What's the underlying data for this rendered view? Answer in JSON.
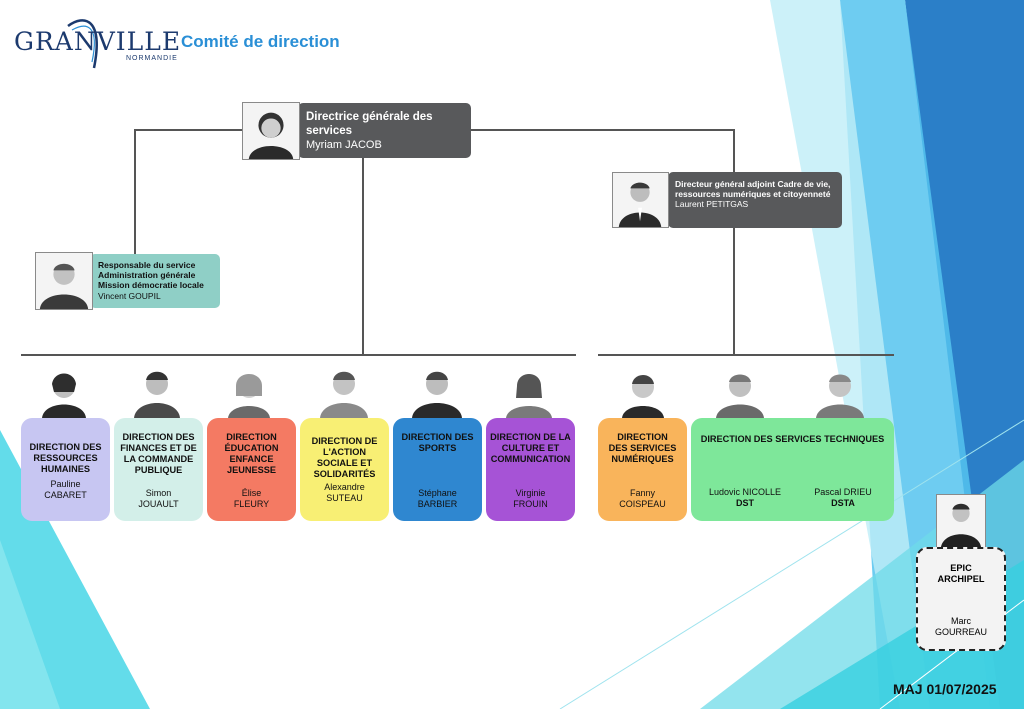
{
  "header": {
    "logo_text": "GRANVILLE",
    "logo_subtext": "NORMANDIE",
    "title": "Comité de direction"
  },
  "colors": {
    "logo": "#1c3a6e",
    "title": "#2a8fd6",
    "leader_dark": "#58595b",
    "leader_teal": "#8fcfc6",
    "rh": "#c7c6f2",
    "finances": "#d3efe9",
    "education": "#f47a63",
    "action_sociale": "#f8ef74",
    "sports": "#2f87d0",
    "culture": "#a653d6",
    "numerique": "#f9b45b",
    "techniques": "#7ee79a",
    "epic": "#f3f3f3"
  },
  "dgs": {
    "role": "Directrice générale des services",
    "name": "Myriam JACOB"
  },
  "dga": {
    "role": "Directeur général adjoint Cadre de vie, ressources numériques et citoyenneté",
    "name": "Laurent PETITGAS"
  },
  "service": {
    "role": "Responsable du service Administration générale Mission démocratie locale",
    "name": "Vincent GOUPIL"
  },
  "departments": {
    "rh": {
      "title": "DIRECTION DES RESSOURCES HUMAINES",
      "person": "Pauline CABARET"
    },
    "finances": {
      "title": "DIRECTION DES FINANCES ET DE LA COMMANDE PUBLIQUE",
      "person": "Simon JOUAULT"
    },
    "education": {
      "title": "DIRECTION ÉDUCATION ENFANCE JEUNESSE",
      "person": "Élise FLEURY"
    },
    "action_sociale": {
      "title": "DIRECTION DE L'ACTION SOCIALE ET SOLIDARITÉS",
      "person": "Alexandre SUTEAU"
    },
    "sports": {
      "title": "DIRECTION DES SPORTS",
      "person": "Stéphane BARBIER"
    },
    "culture": {
      "title": "DIRECTION DE LA CULTURE ET COMMUNICATION",
      "person": "Virginie FROUIN"
    },
    "numerique": {
      "title": "DIRECTION DES SERVICES NUMÉRIQUES",
      "person": "Fanny COISPEAU"
    },
    "techniques": {
      "title": "DIRECTION DES SERVICES TECHNIQUES",
      "person1": "Ludovic NICOLLE",
      "role1": "DST",
      "person2": "Pascal DRIEU",
      "role2": "DSTA"
    }
  },
  "epic": {
    "title": "EPIC ARCHIPEL",
    "person": "Marc GOURREAU"
  },
  "footer": {
    "update": "MAJ 01/07/2025"
  }
}
